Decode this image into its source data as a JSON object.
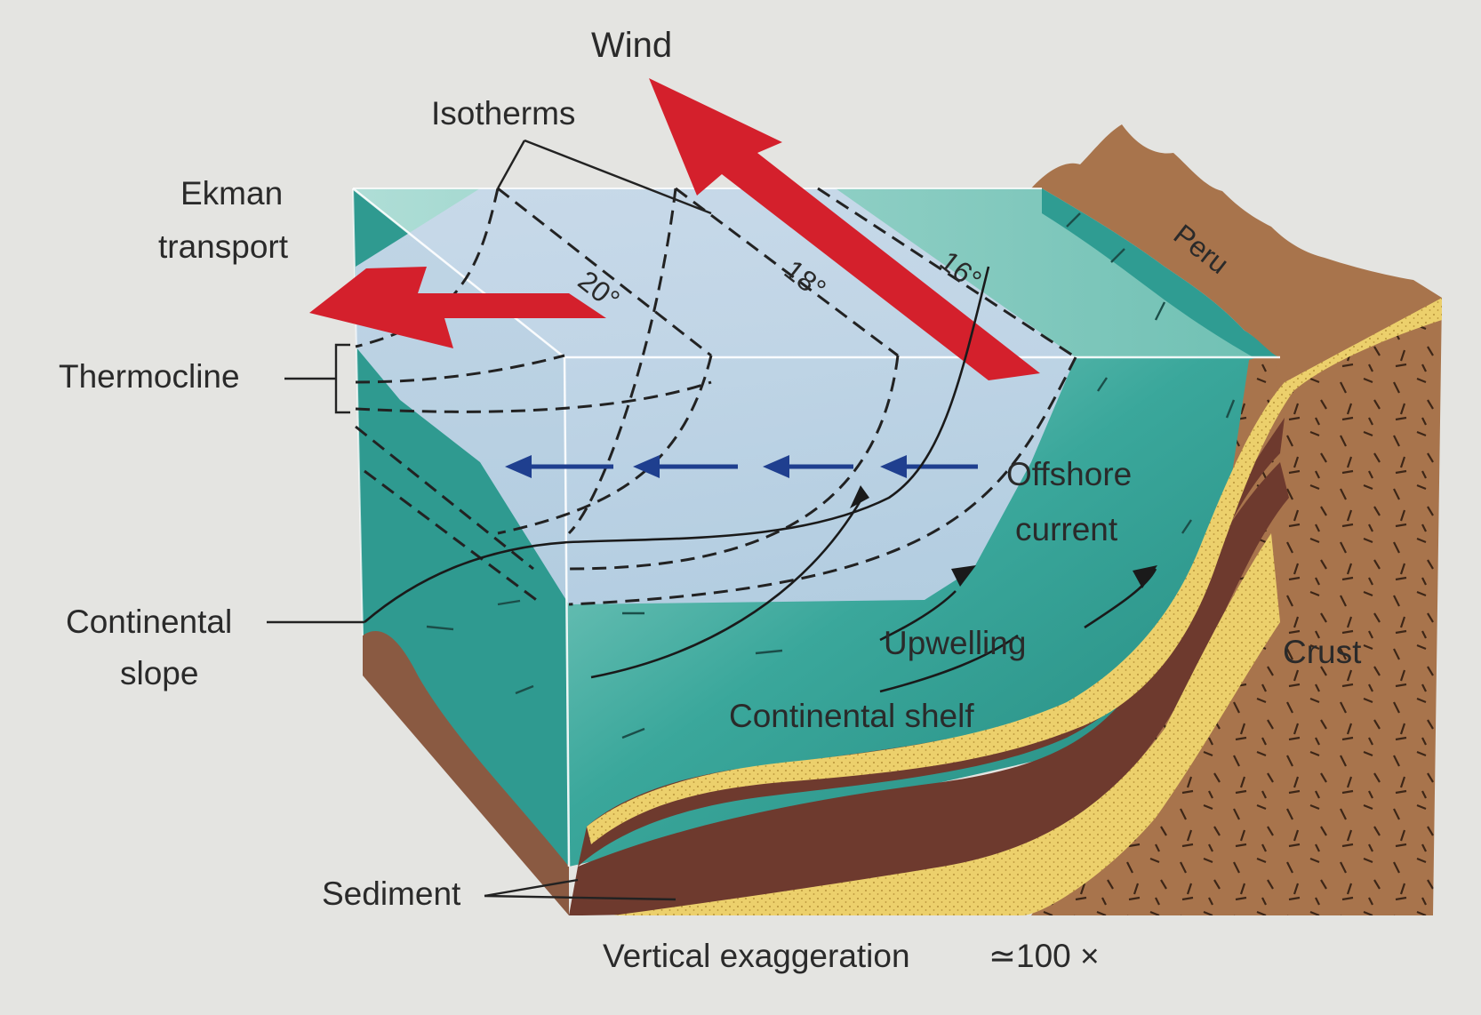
{
  "labels": {
    "wind": "Wind",
    "isotherms": "Isotherms",
    "ekman_line1": "Ekman",
    "ekman_line2": "transport",
    "thermocline": "Thermocline",
    "slope_line1": "Continental",
    "slope_line2": "slope",
    "sediment": "Sediment",
    "offshore_line1": "Offshore",
    "offshore_line2": "current",
    "upwelling": "Upwelling",
    "shelf": "Continental shelf",
    "crust": "Crust",
    "peru": "Peru",
    "temp_20": "20°",
    "temp_18": "18°",
    "temp_16": "16°",
    "exaggeration": "Vertical exaggeration",
    "exaggeration_value": "≃100 ×"
  },
  "colors": {
    "background": "#e4e4e1",
    "ocean": "#2f9c92",
    "ocean_light": "#8fd0c6",
    "cool_water": "#c8d8ea",
    "wind_arrow": "#d4202c",
    "current_arrow": "#1f3f8f",
    "land": "#a5714a",
    "sediment_light": "#ecd06c",
    "sediment_dark": "#6e3a2e"
  },
  "icons": {
    "wind_arrow": "arrow-up-left",
    "ekman_arrow": "arrow-left",
    "offshore_arrows": "arrow-left",
    "upwelling_arrows": "arrow-up-right"
  }
}
